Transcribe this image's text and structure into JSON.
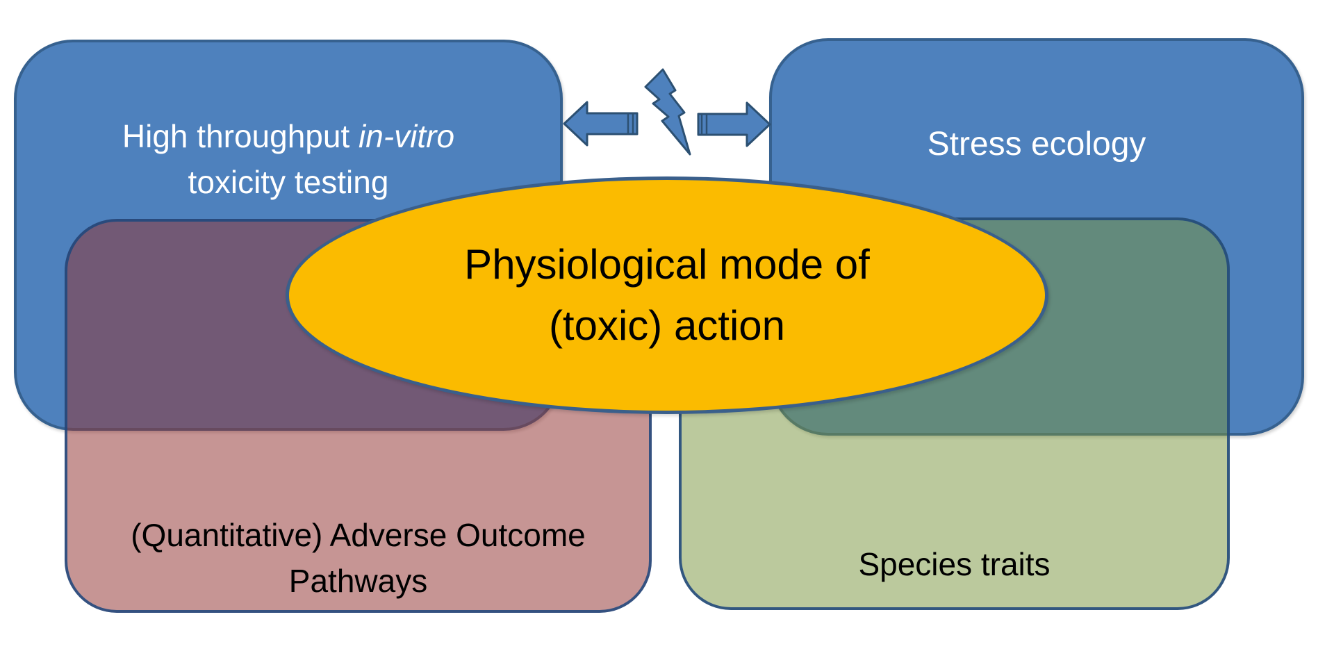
{
  "boxes": {
    "top_left": {
      "line1_regular": "High throughput ",
      "line1_italic": "in-vitro",
      "line2": "toxicity testing",
      "fill": "#4E81BD",
      "border": "#36618F",
      "text_color": "#FFFFFF"
    },
    "top_right": {
      "label": "Stress ecology",
      "fill": "#4E81BD",
      "border": "#36618F",
      "text_color": "#FFFFFF"
    },
    "bottom_left": {
      "line1": "(Quantitative) Adverse Outcome",
      "line2": "Pathways",
      "fill_base": "#943634",
      "fill_opacity": 0.53,
      "border": "#20487D",
      "text_color": "#000000"
    },
    "bottom_right": {
      "label": "Species traits",
      "fill_base": "#77933C",
      "fill_opacity": 0.5,
      "border": "#20487D",
      "text_color": "#000000"
    }
  },
  "ellipse": {
    "line1": "Physiological mode of",
    "line2": "(toxic) action",
    "fill": "#FBBB00",
    "border": "#3A5F8B",
    "text_color": "#000000"
  },
  "connector": {
    "icons": [
      "left-arrow",
      "lightning-bolt",
      "right-arrow"
    ],
    "fill": "#4E81BD",
    "border": "#2C5072"
  }
}
